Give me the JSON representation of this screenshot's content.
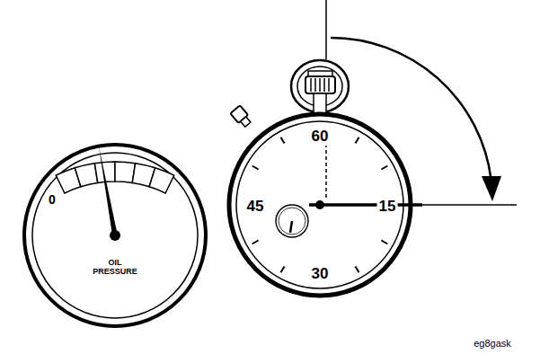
{
  "diagram": {
    "nodes": [
      {
        "text": [
          "0",
          "OIL PRESSURE"
        ]
      },
      {
        "text": [
          "60",
          "45",
          "15",
          "30"
        ]
      }
    ],
    "labels": [
      "eg8gask"
    ]
  }
}
